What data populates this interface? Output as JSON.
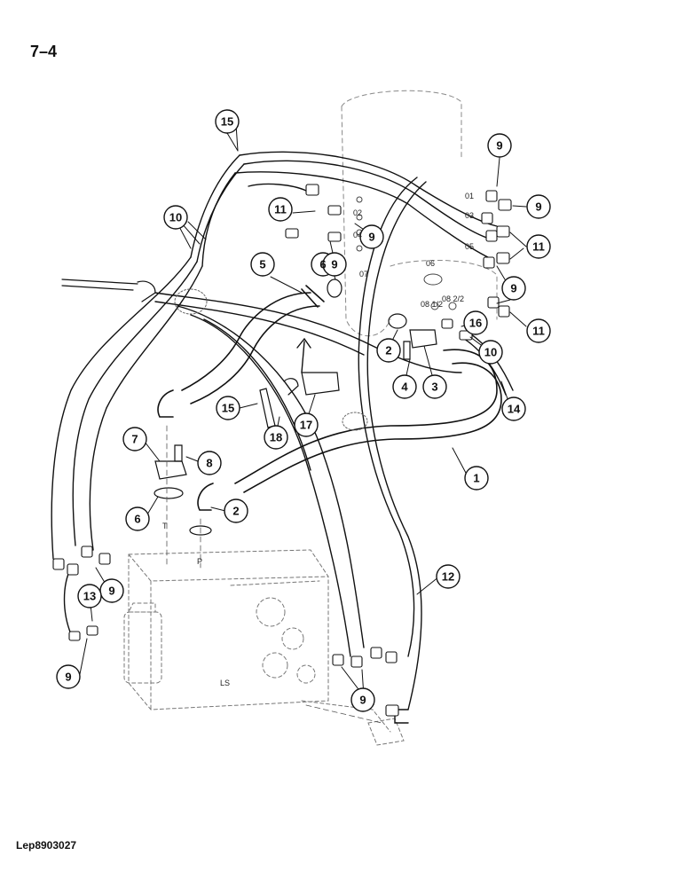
{
  "page_number": "7–4",
  "reference_code": "Lep8903027",
  "callouts": [
    {
      "id": "c15a",
      "label": "15"
    },
    {
      "id": "c9a",
      "label": "9"
    },
    {
      "id": "c9b",
      "label": "9"
    },
    {
      "id": "c10a",
      "label": "10"
    },
    {
      "id": "c11a",
      "label": "11"
    },
    {
      "id": "c9c",
      "label": "9"
    },
    {
      "id": "c11b",
      "label": "11"
    },
    {
      "id": "c5",
      "label": "5"
    },
    {
      "id": "c6a",
      "label": "6"
    },
    {
      "id": "c9d",
      "label": "9"
    },
    {
      "id": "c9e",
      "label": "9"
    },
    {
      "id": "c16",
      "label": "16"
    },
    {
      "id": "c11c",
      "label": "11"
    },
    {
      "id": "c2a",
      "label": "2"
    },
    {
      "id": "c10b",
      "label": "10"
    },
    {
      "id": "c4",
      "label": "4"
    },
    {
      "id": "c3",
      "label": "3"
    },
    {
      "id": "c14",
      "label": "14"
    },
    {
      "id": "c15b",
      "label": "15"
    },
    {
      "id": "c18",
      "label": "18"
    },
    {
      "id": "c17",
      "label": "17"
    },
    {
      "id": "c7",
      "label": "7"
    },
    {
      "id": "c8",
      "label": "8"
    },
    {
      "id": "c1",
      "label": "1"
    },
    {
      "id": "c6b",
      "label": "6"
    },
    {
      "id": "c2b",
      "label": "2"
    },
    {
      "id": "c12",
      "label": "12"
    },
    {
      "id": "c9f",
      "label": "9"
    },
    {
      "id": "c13",
      "label": "13"
    },
    {
      "id": "c9g",
      "label": "9"
    },
    {
      "id": "c9h",
      "label": "9"
    }
  ],
  "port_labels": [
    "01",
    "02",
    "03",
    "04",
    "05",
    "06",
    "07",
    "08 1/2",
    "08 2/2",
    "T",
    "P",
    "LS"
  ]
}
